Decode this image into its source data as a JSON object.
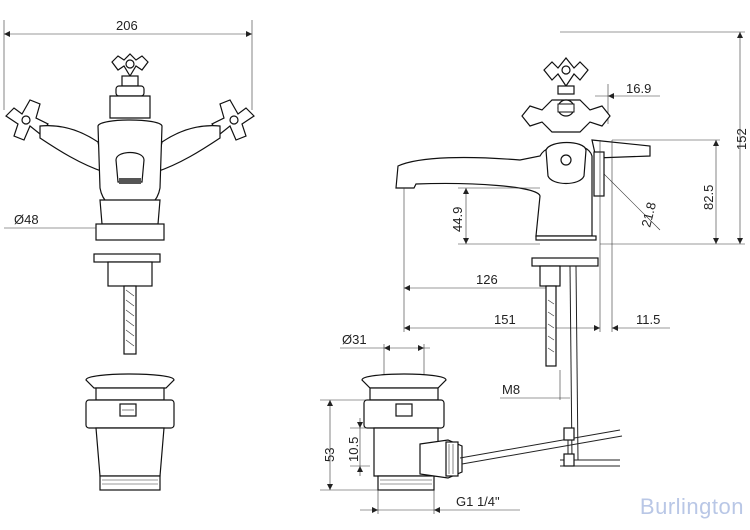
{
  "brand": {
    "name": "Burlington",
    "color": "#b9c7e6"
  },
  "dimensions": {
    "overall_width": "206",
    "height_total": "152",
    "handle_offset": "16.9",
    "lever_height": "82.5",
    "lever_length": "21.8",
    "spout_height": "44.9",
    "base_diameter": "Ø48",
    "spout_reach_1": "126",
    "spout_reach_2": "151",
    "rear_offset": "11.5",
    "waste_diameter": "Ø31",
    "rod_thread": "M8",
    "waste_height": "53",
    "waste_gap": "10.5",
    "waste_thread": "G1 1/4\""
  }
}
